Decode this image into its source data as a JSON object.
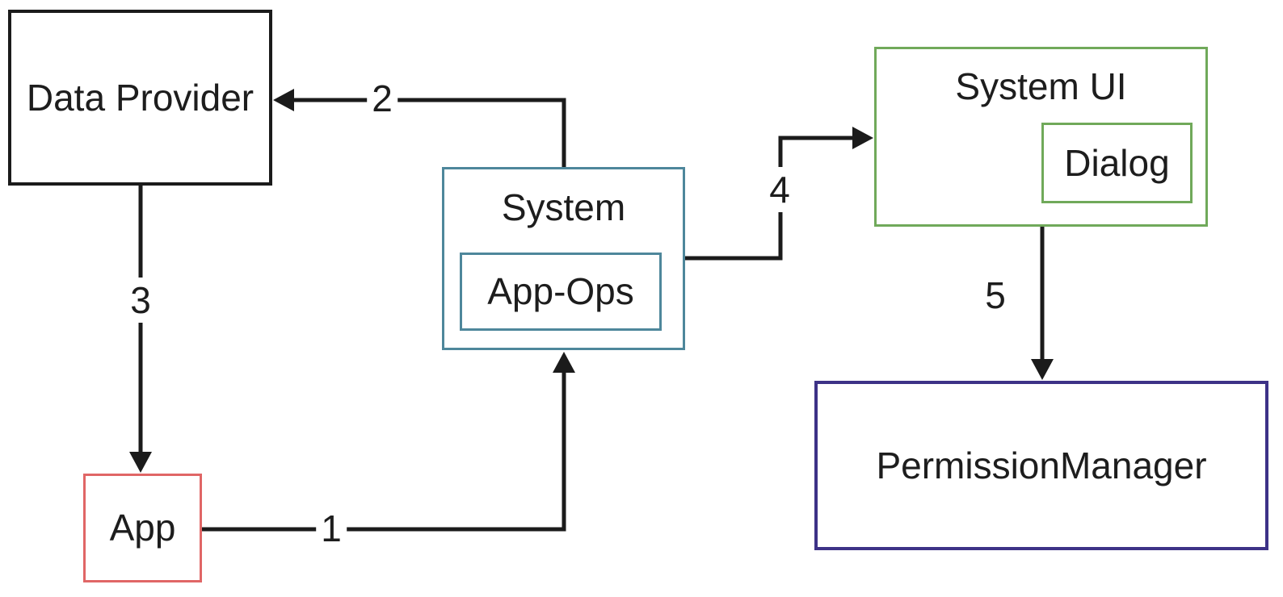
{
  "diagram": {
    "description": "Android permission flow diagram",
    "background_color": "#ffffff",
    "arrow_color": "#1b1b1b",
    "text_color": "#1d1d1d",
    "nodes": [
      {
        "id": "data-provider",
        "label": "Data Provider",
        "border_color": "#1b1b1b"
      },
      {
        "id": "app",
        "label": "App",
        "border_color": "#e06666"
      },
      {
        "id": "system",
        "label": "System",
        "border_color": "#4e879b"
      },
      {
        "id": "app-ops",
        "label": "App-Ops",
        "border_color": "#4e879b",
        "parent": "system"
      },
      {
        "id": "system-ui",
        "label": "System UI",
        "border_color": "#70a95a"
      },
      {
        "id": "dialog",
        "label": "Dialog",
        "border_color": "#70a95a",
        "parent": "system-ui"
      },
      {
        "id": "permission-manager",
        "label": "PermissionManager",
        "border_color": "#3d3287"
      }
    ],
    "edges": [
      {
        "label": "1",
        "from": "app",
        "to": "system"
      },
      {
        "label": "2",
        "from": "system",
        "to": "data-provider"
      },
      {
        "label": "3",
        "from": "data-provider",
        "to": "app"
      },
      {
        "label": "4",
        "from": "system",
        "to": "system-ui"
      },
      {
        "label": "5",
        "from": "system-ui",
        "to": "permission-manager"
      }
    ]
  }
}
